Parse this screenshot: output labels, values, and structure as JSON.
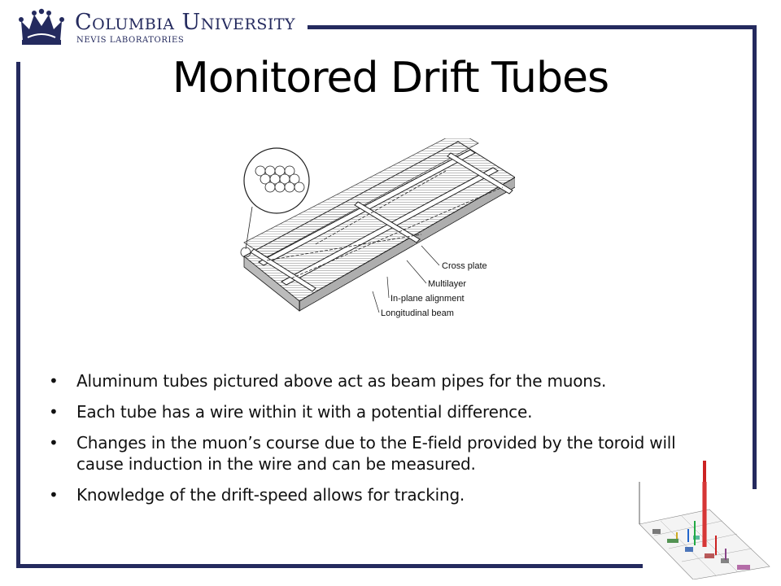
{
  "logo": {
    "university": "Columbia University",
    "laboratory": "NEVIS LABORATORIES"
  },
  "title": "Monitored Drift Tubes",
  "figure": {
    "labels": {
      "cross_plate": "Cross plate",
      "multilayer": "Multilayer",
      "in_plane_alignment": "In-plane alignment",
      "longitudinal_beam": "Longitudinal beam"
    }
  },
  "bullets": [
    "Aluminum tubes pictured above act as beam pipes for the muons.",
    "Each tube has a wire within it with a potential difference.",
    "Changes in the muon’s course due to the E-field provided by the toroid will cause induction in the wire and can be measured.",
    "Knowledge of the drift-speed allows for tracking."
  ],
  "colors": {
    "frame": "#242a5e",
    "brand": "#242a5e",
    "text": "#111111"
  }
}
